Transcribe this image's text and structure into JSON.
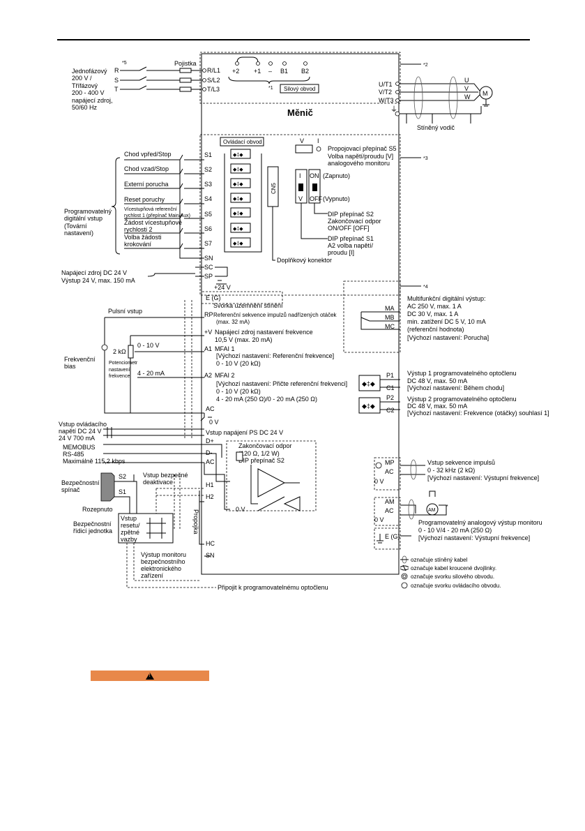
{
  "labels": {
    "star5": "*5",
    "supply": [
      "Jednofázový",
      "200 V /",
      "Třífázový",
      "200 - 400 V",
      "napájecí zdroj,",
      "50/60 Hz"
    ],
    "phase_r": "R",
    "phase_s": "S",
    "phase_t": "T",
    "fuse": "Pojistka",
    "rl1": "R/L1",
    "sl2": "S/L2",
    "tl3": "T/L3",
    "p2": "+2",
    "p1": "+1",
    "minus": "–",
    "b1": "B1",
    "b2": "B2",
    "star1": "*1",
    "power_circuit": "Silový obvod",
    "star2": "*2",
    "ut1": "U/T1",
    "vt2": "V/T2",
    "wt3": "W/T3",
    "u": "U",
    "v": "V",
    "w": "W",
    "motor": "M",
    "shielded_wire": "Stíněný vodič",
    "inverter": "Měnič",
    "control_circuit": "Ovládací obvod",
    "s5_v": "V",
    "s5_i": "I",
    "s5_desc": [
      "Propojovací přepínač S5",
      "Volba napětí/proudu [V]",
      "analogového monitoru"
    ],
    "star3": "*3",
    "s1_i": "I",
    "s1_v": "V",
    "s2_on": "ON",
    "s2_off": "OFF",
    "on_note": "(Zapnuto)",
    "off_note": "(Vypnuto)",
    "cn5": "CN5",
    "dip_s2": [
      "DIP přepínač S2",
      "Zakončovací odpor",
      "ON/OFF [OFF]"
    ],
    "dip_s1": [
      "DIP přepínač S1",
      "A2 volba napětí/",
      "proudu [I]"
    ],
    "option_conn": "Doplňkový konektor",
    "fwd": "Chod vpřed/Stop",
    "rev": "Chod vzad/Stop",
    "ext_fault": "Externí porucha",
    "reset": "Reset poruchy",
    "multi1": [
      "Vícestupňová referenční",
      "rychlost 1 (přepínač Main/Aux)"
    ],
    "multi2": [
      "Žádost vícestupňové",
      "rychlosti 2"
    ],
    "jog": [
      "Volba žádosti",
      "krokování"
    ],
    "prog_input": [
      "Programovatelný",
      "digitální vstup",
      "(Tovární",
      "nastavení)"
    ],
    "s1": "S1",
    "s2": "S2",
    "s3": "S3",
    "s4": "S4",
    "s5": "S5",
    "s6": "S6",
    "s7": "S7",
    "sn": "SN",
    "sc": "SC",
    "sp": "SP",
    "plus24": "+24 V",
    "dc24_supply": [
      "Napájecí zdroj DC 24 V",
      "Výstup 24 V, max. 150 mA"
    ],
    "eg": "E (G)",
    "shield_terminal": "Svorka uzemnění stínění",
    "pulse_input": "Pulsní vstup",
    "rp": "RP",
    "rp_desc": [
      "Referenční sekvence impulzů nadřízených otáček",
      "(max. 32 mA)"
    ],
    "pv": "+V",
    "pv_desc": [
      "Napájecí zdroj nastavení frekvence",
      "10,5 V (max. 20 mA)"
    ],
    "zero10": "0 - 10 V",
    "two_k": "2 kΩ",
    "a1": "A1",
    "a1_desc": [
      "MFAI 1",
      "[Výchozí nastavení: Referenční frekvence]",
      "0 - 10 V (20 kΩ)"
    ],
    "freq_bias": [
      "Frekvenční",
      "bias"
    ],
    "pot": [
      "Potenciometr",
      "nastavení",
      "frekvence"
    ],
    "four20": "4 - 20 mA",
    "a2": "A2",
    "a2_desc": [
      "MFAI 2",
      "[Výchozí nastavení: Přičte referenční frekvenci]",
      "0 - 10 V (20 kΩ)",
      "4 - 20 mA (250 Ω)/0 - 20 mA (250 Ω)"
    ],
    "ac": "AC",
    "zero_v": "0 V",
    "ctrl_supply": [
      "Vstup ovládacího",
      "napětí DC 24 V",
      "24 V 700 mA"
    ],
    "ps_input": "Vstup napájení PS DC 24 V",
    "star4": "*4",
    "mfdo": [
      "Multifunkční digitální výstup:",
      "AC 250 V, max. 1 A",
      "DC 30 V, max. 1 A",
      "min. zatížení DC 5 V, 10 mA",
      "(referenční hodnota)",
      "[Výchozí nastavení: Porucha]"
    ],
    "ma": "MA",
    "mb": "MB",
    "mc": "MC",
    "p1t": "P1",
    "c1": "C1",
    "p2t": "P2",
    "c2": "C2",
    "opto1": [
      "Výstup 1 programovatelného optočlenu",
      "DC 48 V, max. 50 mA",
      "[Výchozí nastavení: Během chodu]"
    ],
    "opto2": [
      "Výstup 2 programovatelného optočlenu",
      "DC 48 V, max. 50 mA",
      "[Výchozí nastavení: Frekvence (otáčky) souhlasí 1]"
    ],
    "memobus": [
      "MEMOBUS",
      "RS-485",
      "Maximálně 115,2 kbps"
    ],
    "dplus": "D+",
    "dminus": "D-",
    "term_res": [
      "Zakončovací odpor",
      "(120 Ω, 1/2 W)",
      "DIP přepínač S2"
    ],
    "safety_switch": [
      "Bezpečnostní",
      "spínač"
    ],
    "safe_disable": [
      "Vstup bezpečné",
      "deaktivace"
    ],
    "open": "Rozepnuto",
    "safety_unit": [
      "Bezpečnostní",
      "řídicí jednotka"
    ],
    "reset_input": [
      "Vstup",
      "resetu/",
      "zpětné",
      "vazby"
    ],
    "h1": "H1",
    "h2": "H2",
    "hc": "HC",
    "jumper": "Propojka",
    "safety_monitor": [
      "Výstup monitoru",
      "bezpečnostního",
      "elektronického",
      "zařízení"
    ],
    "connect_opto": "Připojit k programovatelnému optočlenu",
    "mp": "MP",
    "pulse_out": [
      "Vstup sekvence impulsů",
      "0 - 32 kHz (2 kΩ)",
      "[Výchozí nastavení: Výstupní frekvence]"
    ],
    "am": "AM",
    "am_meter": "AM",
    "star_am": "*",
    "analog_out": [
      "Programovatelný analogový výstup monitoru",
      "0 - 10 V/4 - 20 mA (250 Ω)",
      "[Výchozí nastavení: Výstupní frekvence]"
    ],
    "legend": [
      "označuje stíněný kabel",
      "označuje kabel kroucené dvojlinky.",
      "označuje svorku silového obvodu.",
      "označuje svorku ovládacího obvodu."
    ]
  }
}
